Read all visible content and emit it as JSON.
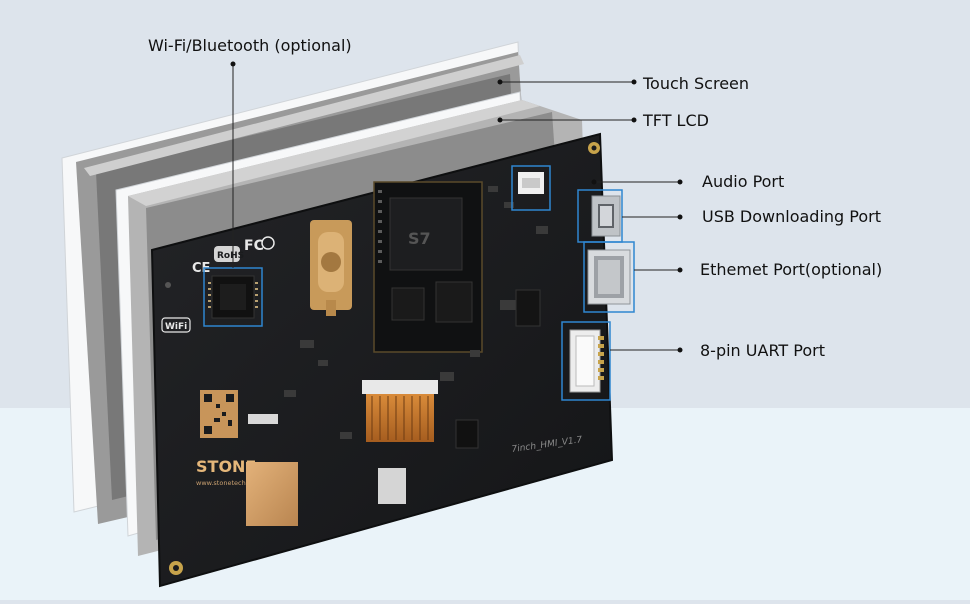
{
  "labels": {
    "wifi": "Wi-Fi/Bluetooth  (optional)",
    "touch": "Touch Screen",
    "tft": "TFT LCD",
    "audio": "Audio Port",
    "usb": "USB Downloading Port",
    "ethernet": "Ethemet Port(optional)",
    "uart": "8-pin UART Port"
  },
  "board": {
    "brand": "STONE",
    "website": "www.stonetech.com",
    "rohs": "RoHS",
    "fc": "FC",
    "ce": "CE",
    "wifi_badge": "WiFi",
    "model": "7inch_HMI_V1.7",
    "chip_mark": "S7"
  },
  "colors": {
    "background_top": "#dde4ec",
    "background_bottom": "#eaf3f9",
    "pcb": "#1a1b1d",
    "highlight_box": "#2f86d0",
    "leader_line": "#222222"
  }
}
